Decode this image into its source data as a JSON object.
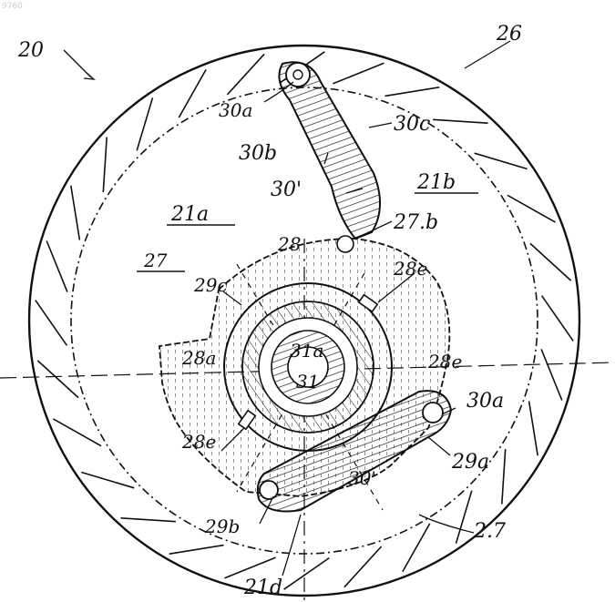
{
  "header": {
    "stamp": "9760"
  },
  "colors": {
    "ink": "#111111",
    "paper": "#ffffff",
    "stamp": "#cccccc"
  },
  "labels": {
    "ref_20": "20",
    "ref_26": "26",
    "ref_30a_top": "30a",
    "ref_30c": "30c",
    "ref_30b": "30b",
    "ref_30d": "30'",
    "ref_21b": "21b",
    "ref_21a": "21a",
    "ref_27b": "27.b",
    "ref_28_top": "28",
    "ref_27_left": "27",
    "ref_29c": "29c",
    "ref_28e_upper": "28e",
    "ref_28a_left": "28a",
    "ref_31a": "31a",
    "ref_31": "31",
    "ref_28e_right": "28e",
    "ref_30a_right": "30a",
    "ref_28e_lower": "28e",
    "ref_29a": "29a",
    "ref_30prime_lower": "30'",
    "ref_29b": "29b",
    "ref_27_bottom": "2.7",
    "ref_21d": "21d"
  }
}
